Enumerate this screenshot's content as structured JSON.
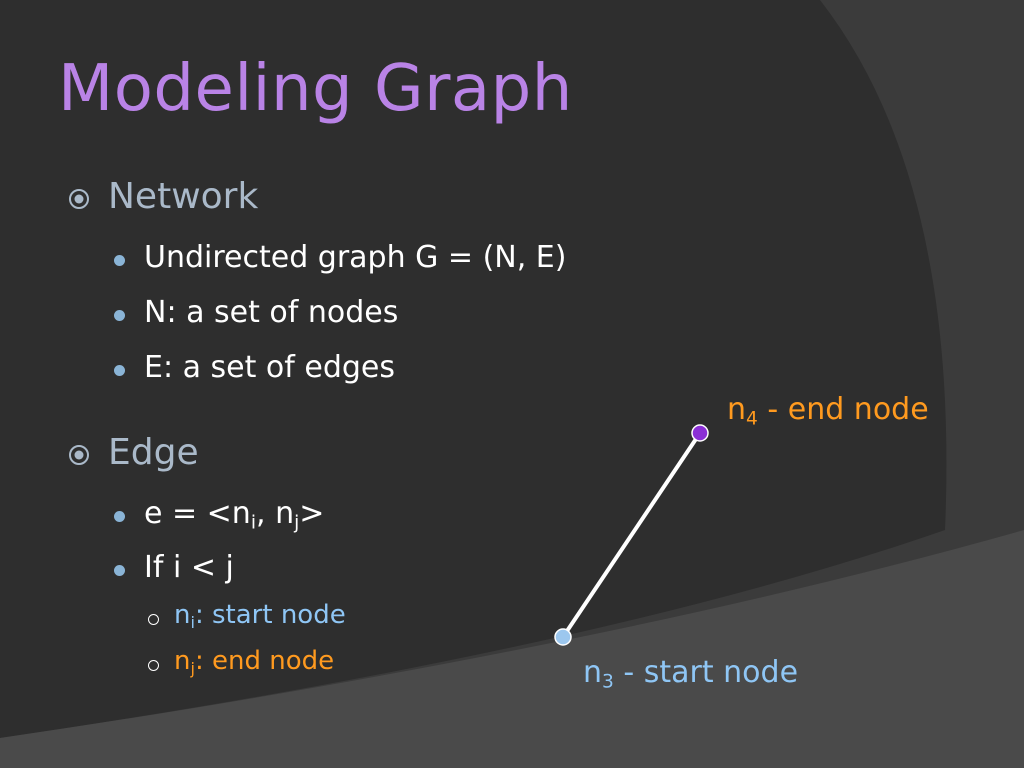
{
  "title": "Modeling Graph",
  "sections": [
    {
      "heading": "Network",
      "items": [
        "Undirected graph G = (N, E)",
        "N: a set of nodes",
        "E: a set of edges"
      ]
    },
    {
      "heading": "Edge",
      "edge_def": {
        "prefix": "e = <n",
        "sub_i": "i",
        "comma": ", n",
        "sub_j": "j",
        "suffix": ">"
      },
      "condition": "If i < j",
      "sub_items": [
        {
          "n": "n",
          "sub": "i",
          "text": ": start node"
        },
        {
          "n": "n",
          "sub": "j",
          "text": ": end node"
        }
      ]
    }
  ],
  "diagram": {
    "end_node": {
      "n": "n",
      "sub": "4",
      "text": " - end node",
      "color": "#8b2fd6"
    },
    "start_node": {
      "n": "n",
      "sub": "3",
      "text": " - start node",
      "color": "#9cc7ee"
    },
    "edge_color": "#ffffff"
  },
  "colors": {
    "title": "#b983e6",
    "heading": "#aab9c9",
    "bullet": "#8ab4d6",
    "start_text": "#8fc6f5",
    "end_text": "#ff9a1f",
    "background": "#3a3a3a"
  }
}
